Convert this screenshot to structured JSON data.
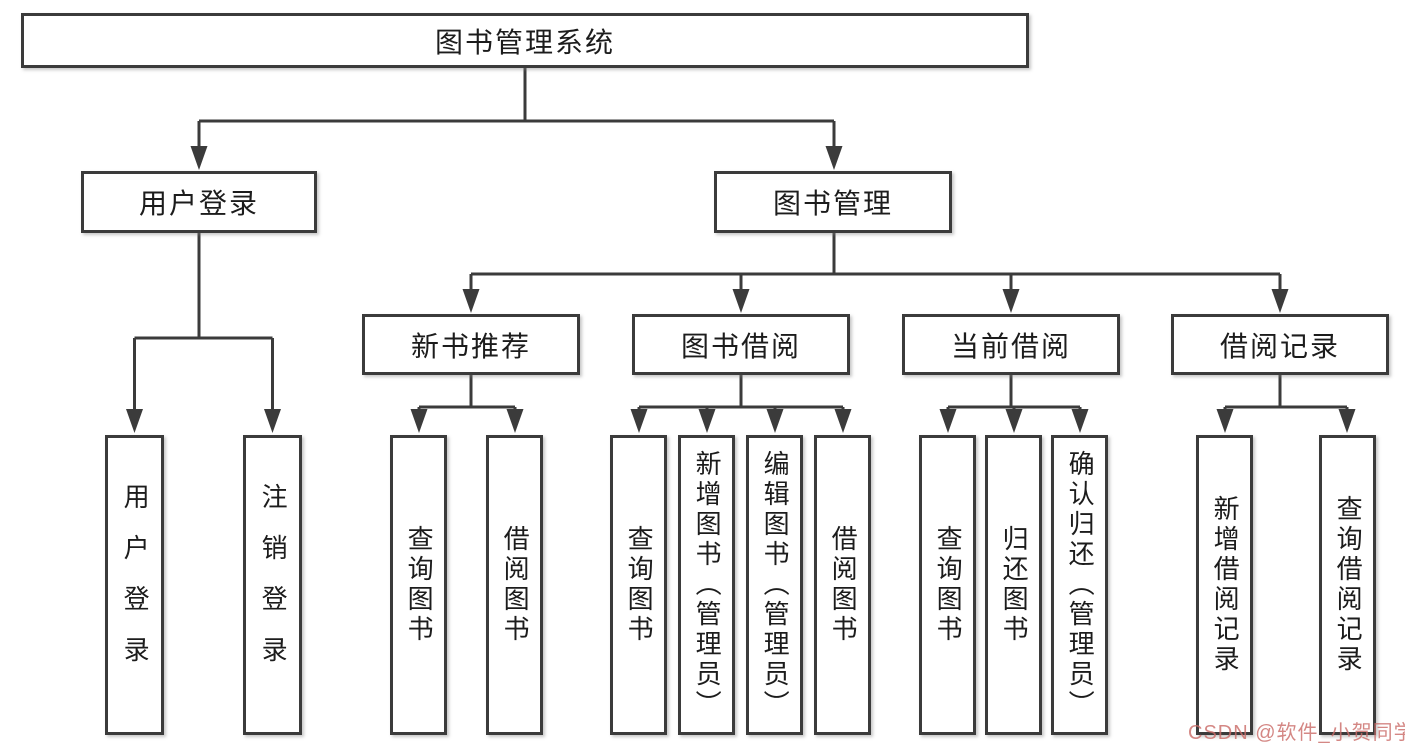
{
  "diagram": {
    "watermark": "CSDN @软件_小贺同学",
    "colors": {
      "line": "#3b3b3b",
      "box_border": "#3b3b3b",
      "text": "#1c1c1c",
      "watermark": "#cb6c69",
      "background": "#ffffff"
    },
    "tree": {
      "label": "图书管理系统",
      "children": [
        {
          "label": "用户登录",
          "children": [
            {
              "label": "用户登录"
            },
            {
              "label": "注销登录"
            }
          ]
        },
        {
          "label": "图书管理",
          "children": [
            {
              "label": "新书推荐",
              "children": [
                {
                  "label": "查询图书"
                },
                {
                  "label": "借阅图书"
                }
              ]
            },
            {
              "label": "图书借阅",
              "children": [
                {
                  "label": "查询图书"
                },
                {
                  "label": "新增图书（管理员）"
                },
                {
                  "label": "编辑图书（管理员）"
                },
                {
                  "label": "借阅图书"
                }
              ]
            },
            {
              "label": "当前借阅",
              "children": [
                {
                  "label": "查询图书"
                },
                {
                  "label": "归还图书"
                },
                {
                  "label": "确认归还（管理员）"
                }
              ]
            },
            {
              "label": "借阅记录",
              "children": [
                {
                  "label": "新增借阅记录"
                },
                {
                  "label": "查询借阅记录"
                }
              ]
            }
          ]
        }
      ]
    }
  }
}
